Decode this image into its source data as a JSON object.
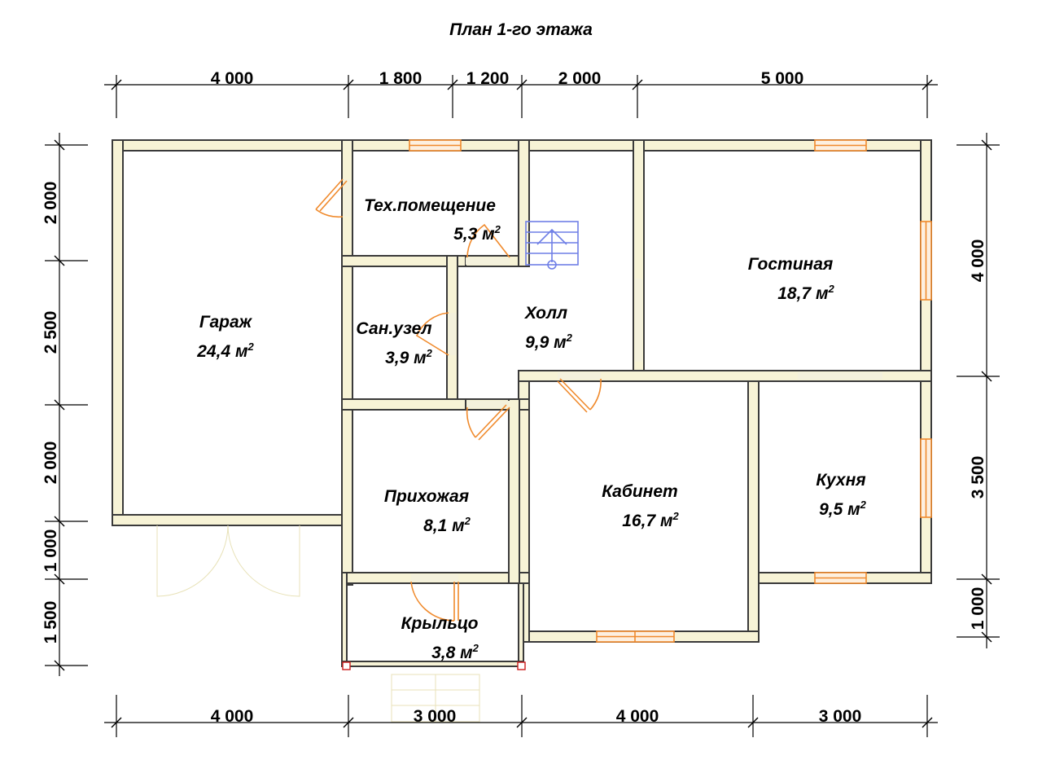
{
  "title": "План 1-го этажа",
  "area_unit": "м",
  "dimensions": {
    "top": [
      "4 000",
      "1 800",
      "1 200",
      "2 000",
      "5 000"
    ],
    "bottom": [
      "4 000",
      "3 000",
      "4 000",
      "3 000"
    ],
    "left": [
      "2 000",
      "2 500",
      "2 000",
      "1 000",
      "1 500"
    ],
    "right": [
      "4 000",
      "3 500",
      "1 000"
    ]
  },
  "rooms": [
    {
      "name": "Гараж",
      "area": "24,4"
    },
    {
      "name": "Тех.помещение",
      "area": "5,3"
    },
    {
      "name": "Сан.узел",
      "area": "3,9"
    },
    {
      "name": "Холл",
      "area": "9,9"
    },
    {
      "name": "Гостиная",
      "area": "18,7"
    },
    {
      "name": "Прихожая",
      "area": "8,1"
    },
    {
      "name": "Кабинет",
      "area": "16,7"
    },
    {
      "name": "Кухня",
      "area": "9,5"
    },
    {
      "name": "Крыльцо",
      "area": "3,8"
    }
  ]
}
